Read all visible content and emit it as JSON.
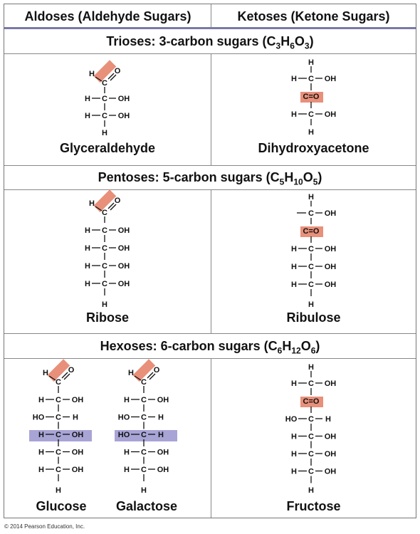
{
  "header": {
    "left_title": "Aldoses (Aldehyde Sugars)",
    "right_title": "Ketoses (Ketone Sugars)"
  },
  "sections": [
    {
      "label": "Trioses: 3-carbon sugars",
      "formula": [
        "C",
        "3",
        "H",
        "6",
        "O",
        "3"
      ]
    },
    {
      "label": "Pentoses: 5-carbon sugars",
      "formula": [
        "C",
        "5",
        "H",
        "10",
        "O",
        "5"
      ]
    },
    {
      "label": "Hexoses: 6-carbon sugars",
      "formula": [
        "C",
        "6",
        "H",
        "12",
        "O",
        "6"
      ]
    }
  ],
  "molecules": {
    "glyceraldehyde": "Glyceraldehyde",
    "dihydroxyacetone": "Dihydroxyacetone",
    "ribose": "Ribose",
    "ribulose": "Ribulose",
    "glucose": "Glucose",
    "galactose": "Galactose",
    "fructose": "Fructose"
  },
  "atoms": {
    "H": "H",
    "C": "C",
    "O": "O",
    "OH": "OH",
    "HO": "HO",
    "CO": "C=O"
  },
  "colors": {
    "carbonyl_highlight": "#e8907a",
    "stereo_highlight": "#a8a4d6",
    "header_rule": "#7a7aa8",
    "grid": "#888888"
  },
  "copyright": "© 2014 Pearson Education, Inc."
}
